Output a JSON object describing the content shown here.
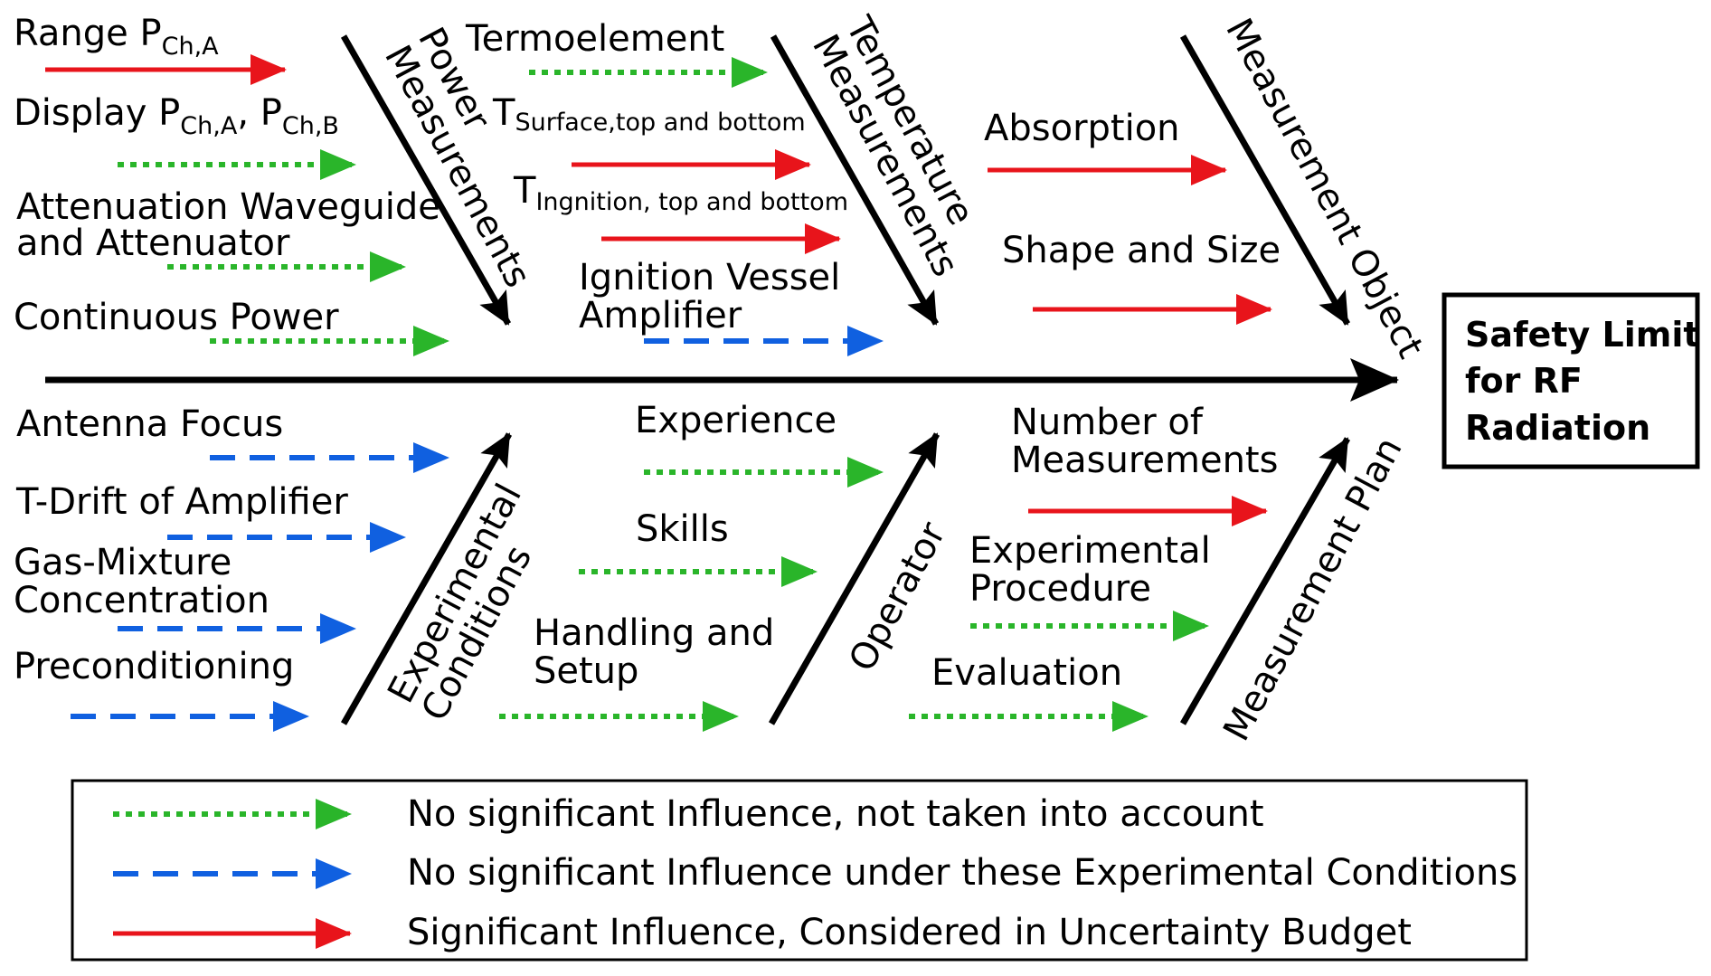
{
  "effect": {
    "lines": [
      "Safety Limit",
      "for RF",
      "Radiation"
    ]
  },
  "categories": {
    "power": [
      "Power",
      "Measurements"
    ],
    "temperature": [
      "Temperature",
      "Measurements"
    ],
    "object": "Measurement Object",
    "experimental": [
      "Experimental",
      "Conditions"
    ],
    "operator": "Operator",
    "plan": "Measurement Plan"
  },
  "causes": {
    "range": {
      "text": "Range P",
      "sub": "Ch,A",
      "influence": "significant"
    },
    "display": {
      "text1": "Display P",
      "sub1": "Ch,A",
      "text2": ", P",
      "sub2": "Ch,B",
      "influence": "not-taken"
    },
    "attenuation": {
      "lines": [
        "Attenuation Waveguide",
        "and Attenuator"
      ],
      "influence": "not-taken"
    },
    "continuous_power": {
      "text": "Continuous Power",
      "influence": "not-taken"
    },
    "termoelement": {
      "text": "Termoelement",
      "influence": "not-taken"
    },
    "t_surface": {
      "text": "T",
      "sub": "Surface,top and bottom",
      "influence": "significant"
    },
    "t_ignition": {
      "text": "T",
      "sub": "Ingnition, top and bottom",
      "influence": "significant"
    },
    "ignition_vessel": {
      "lines": [
        "Ignition Vessel",
        "Amplifier"
      ],
      "influence": "conditions"
    },
    "absorption": {
      "text": "Absorption",
      "influence": "significant"
    },
    "shape_size": {
      "text": "Shape and Size",
      "influence": "significant"
    },
    "antenna_focus": {
      "text": "Antenna Focus",
      "influence": "conditions"
    },
    "t_drift": {
      "text": "T-Drift of Amplifier",
      "influence": "conditions"
    },
    "gas_mixture": {
      "lines": [
        "Gas-Mixture",
        "Concentration"
      ],
      "influence": "conditions"
    },
    "preconditioning": {
      "text": "Preconditioning",
      "influence": "conditions"
    },
    "experience": {
      "text": "Experience",
      "influence": "not-taken"
    },
    "skills": {
      "text": "Skills",
      "influence": "not-taken"
    },
    "handling": {
      "lines": [
        "Handling and",
        "Setup"
      ],
      "influence": "not-taken"
    },
    "num_measurements": {
      "lines": [
        "Number of",
        "Measurements"
      ],
      "influence": "significant"
    },
    "exp_procedure": {
      "lines": [
        "Experimental",
        "Procedure"
      ],
      "influence": "not-taken"
    },
    "evaluation": {
      "text": "Evaluation",
      "influence": "not-taken"
    }
  },
  "legend": [
    {
      "style": "not-taken",
      "text": "No significant Influence, not taken into account"
    },
    {
      "style": "conditions",
      "text": "No significant Influence under these Experimental Conditions"
    },
    {
      "style": "significant",
      "text": "Significant Influence, Considered in Uncertainty Budget"
    }
  ],
  "colors": {
    "significant": "#e8141b",
    "not-taken": "#2ab52a",
    "conditions": "#1060e0",
    "spine": "#000000"
  }
}
